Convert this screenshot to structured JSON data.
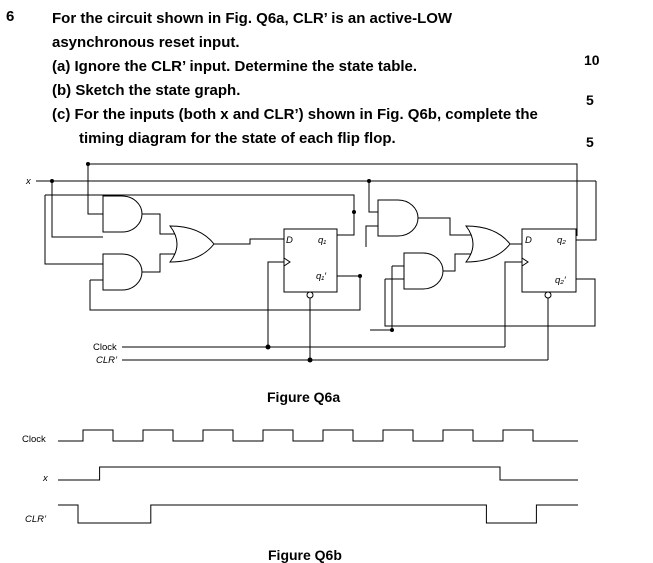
{
  "question": {
    "number": "6",
    "lines": [
      "For the circuit shown in Fig. Q6a, CLR’ is an active-LOW",
      "asynchronous reset input.",
      "(a) Ignore the CLR’ input. Determine the state table.",
      "(b) Sketch the state graph.",
      "(c) For the inputs (both x and CLR’) shown in Fig. Q6b, complete the",
      "timing diagram for the state of each flip flop."
    ],
    "marks": [
      "10",
      "5",
      "5"
    ]
  },
  "circuit": {
    "input_x": "x",
    "clock_label": "Clock",
    "clr_label": "CLR’",
    "ff1": {
      "d": "D",
      "q": "q₁",
      "qbar": "q₁′"
    },
    "ff2": {
      "d": "D",
      "q": "q₂",
      "qbar": "q₂′"
    },
    "caption": "Figure Q6a"
  },
  "timing": {
    "signals": [
      "Clock",
      "x",
      "CLR’"
    ],
    "caption": "Figure Q6b",
    "clock_cycles": 8,
    "x_transitions": [
      0.08,
      0.85
    ],
    "clr_transitions": [
      0.14,
      0.92
    ]
  }
}
